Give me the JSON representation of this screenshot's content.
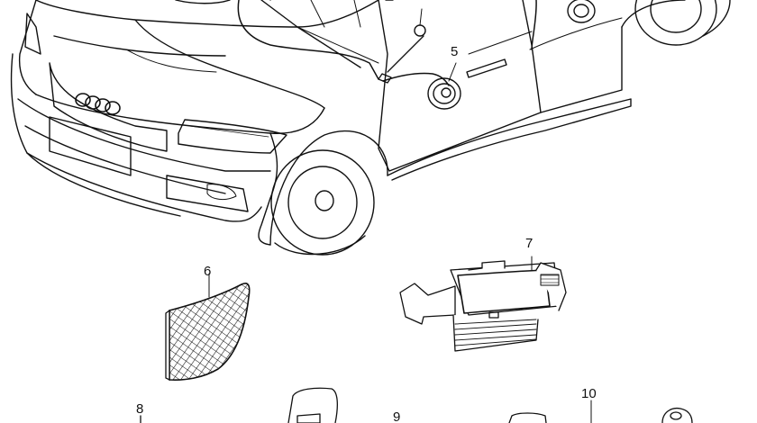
{
  "diagram": {
    "callouts": [
      {
        "id": "5",
        "text": "5"
      },
      {
        "id": "6",
        "text": "6"
      },
      {
        "id": "7",
        "text": "7"
      },
      {
        "id": "8",
        "text": "8"
      },
      {
        "id": "9",
        "text": "9"
      },
      {
        "id": "10",
        "text": "10"
      }
    ],
    "colors": {
      "line": "#111111",
      "background": "#ffffff"
    }
  }
}
